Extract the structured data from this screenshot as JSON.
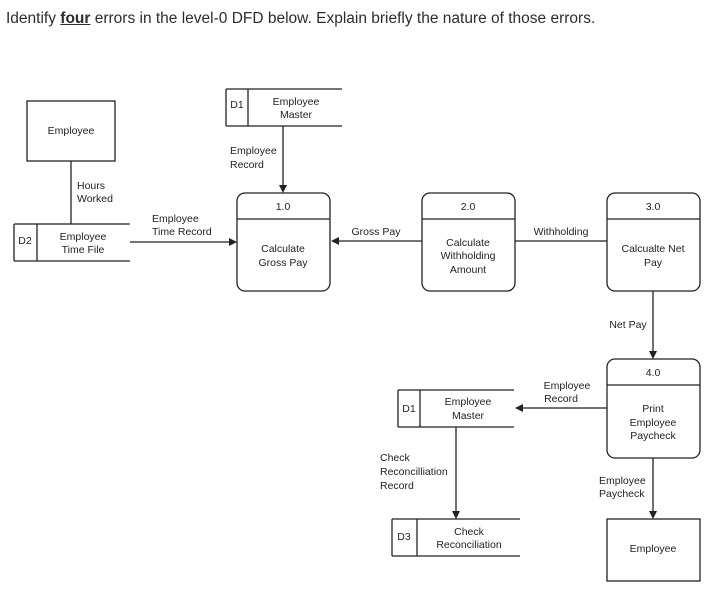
{
  "question": {
    "prefix": "Identify ",
    "emphasis": "four",
    "suffix": " errors in the level-0 DFD below. Explain briefly the nature of those errors."
  },
  "entities": {
    "employee_top": "Employee",
    "employee_bottom": "Employee"
  },
  "stores": {
    "d1_top": {
      "id": "D1",
      "name": [
        "Employee",
        "Master"
      ]
    },
    "d2": {
      "id": "D2",
      "name": [
        "Employee",
        "Time File"
      ]
    },
    "d1_mid": {
      "id": "D1",
      "name": [
        "Employee",
        "Master"
      ]
    },
    "d3": {
      "id": "D3",
      "name": [
        "Check",
        "Reconciliation"
      ]
    }
  },
  "processes": {
    "p1": {
      "num": "1.0",
      "name": [
        "Calculate",
        "Gross Pay"
      ]
    },
    "p2": {
      "num": "2.0",
      "name": [
        "Calculate",
        "Withholding",
        "Amount"
      ]
    },
    "p3": {
      "num": "3.0",
      "name": [
        "Calcualte Net",
        "Pay"
      ]
    },
    "p4": {
      "num": "4.0",
      "name": [
        "Print",
        "Employee",
        "Paycheck"
      ]
    }
  },
  "flows": {
    "hours_worked": [
      "Hours",
      "Worked"
    ],
    "employee_record_top": [
      "Employee",
      "Record"
    ],
    "employee_time_record": [
      "Employee",
      "Time Record"
    ],
    "gross_pay": [
      "Gross Pay"
    ],
    "withholding": [
      "Withholding"
    ],
    "net_pay": [
      "Net Pay"
    ],
    "employee_record_mid": [
      "Employee",
      "Record"
    ],
    "check_reconciliation_record": [
      "Check",
      "Reconcilliation",
      "Record"
    ],
    "employee_paycheck": [
      "Employee",
      "Paycheck"
    ]
  }
}
